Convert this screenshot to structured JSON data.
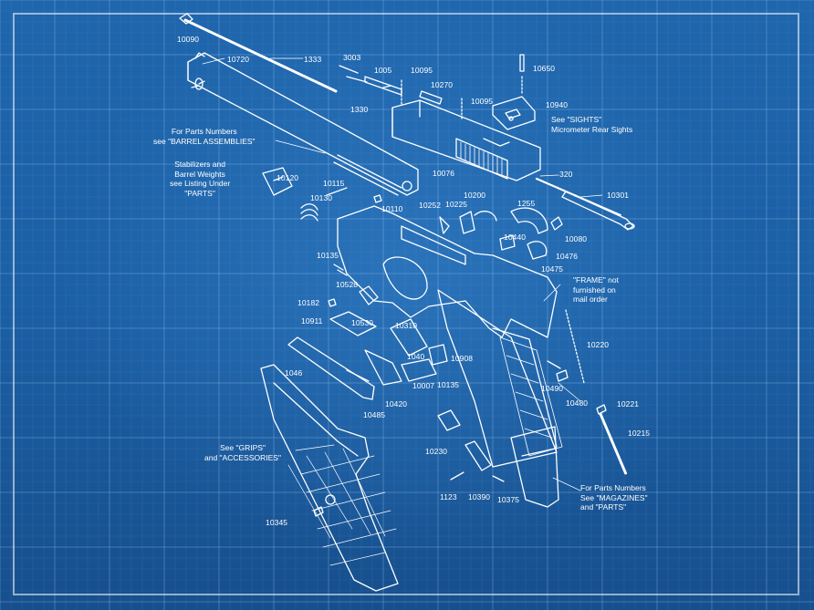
{
  "colors": {
    "background": "#1b5fa4",
    "line": "#ffffff",
    "grid": "#6fa6dc"
  },
  "part_numbers": {
    "p10090": "10090",
    "p10720": "10720",
    "p1333": "1333",
    "p3003": "3003",
    "p1005": "1005",
    "p10095a": "10095",
    "p10270": "10270",
    "p10095b": "10095",
    "p10650": "10650",
    "p10940": "10940",
    "p1330": "1330",
    "p10076": "10076",
    "p320": "320",
    "p10301": "10301",
    "p10120": "10120",
    "p10115": "10115",
    "p10130": "10130",
    "p10110": "10110",
    "p10252": "10252",
    "p10225": "10225",
    "p10200": "10200",
    "p1255": "1255",
    "p10440": "10440",
    "p10080": "10080",
    "p10476": "10476",
    "p10475": "10475",
    "p10135a": "10135",
    "p10528": "10528",
    "p10182": "10182",
    "p10911": "10911",
    "p10530": "10530",
    "p10310": "10310",
    "p1040": "1040",
    "p10908": "10908",
    "p10220": "10220",
    "p1046": "1046",
    "p10007": "10007",
    "p10135b": "10135",
    "p10490": "10490",
    "p10480": "10480",
    "p10221": "10221",
    "p10420": "10420",
    "p10485": "10485",
    "p10215": "10215",
    "p10230": "10230",
    "p1123": "1123",
    "p10390": "10390",
    "p10375": "10375",
    "p10345": "10345"
  },
  "notes": {
    "barrel": {
      "line1": "For Parts Numbers",
      "line2": "see \"BARREL ASSEMBLIES\""
    },
    "stabilizers": {
      "line1": "Stabilizers and",
      "line2": "Barrel Weights",
      "line3": "see Listing Under",
      "line4": "\"PARTS\""
    },
    "sights": {
      "line1": "See \"SIGHTS\"",
      "line2": "Micrometer Rear Sights"
    },
    "frame": {
      "line1": "\"FRAME\" not",
      "line2": "furnished on",
      "line3": "mail order"
    },
    "grips": {
      "line1": "See \"GRIPS\"",
      "line2": "and \"ACCESSORIES\""
    },
    "magazines": {
      "line1": "For Parts Numbers",
      "line2": "See \"MAGAZINES\"",
      "line3": "and \"PARTS\""
    }
  }
}
